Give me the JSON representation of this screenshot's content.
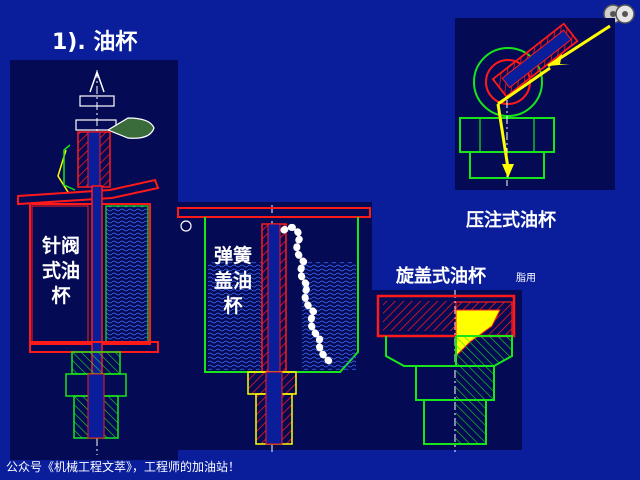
{
  "title": "1).  油杯",
  "labels": {
    "needle_valve_cup": "针阀\n式油\n杯",
    "spring_lid_cup": "弹簧\n盖油\n杯",
    "press_injection_cup": "压注式油杯",
    "screw_cap_cup": "旋盖式油杯",
    "screw_cap_note": "脂用"
  },
  "footer": "公众号《机械工程文萃》，工程师的加油站！",
  "colors": {
    "background": "#0a1e9c",
    "outline_red": "#ff1a1a",
    "outline_green": "#19e619",
    "grease_yellow": "#ffff00",
    "oil_fill": "#1830b8",
    "text": "#ffffff"
  },
  "icons": {
    "corner": "gear-logo-icon",
    "flow": "yellow-arrow-icon"
  }
}
